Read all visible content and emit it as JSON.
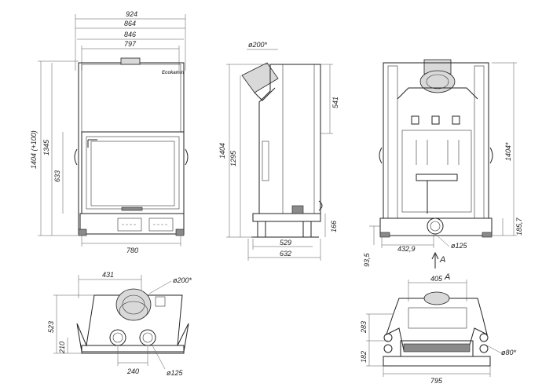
{
  "brand": "Ecokamin",
  "front_view": {
    "widths": [
      "924",
      "864",
      "846",
      "797"
    ],
    "bottom_width": "780",
    "heights": [
      "1404 (+100)",
      "1345",
      "633"
    ]
  },
  "side_view": {
    "flue_diameter": "ø200*",
    "top_height": "541",
    "heights": [
      "1404",
      "1295"
    ],
    "depths": [
      "529",
      "632"
    ],
    "leg_height": "166"
  },
  "rear_view": {
    "height": "1404*",
    "bottom_height": "185,7",
    "offset": "432,9",
    "inlet_diameter": "ø125",
    "floor_height": "93,5",
    "section_mark": "A"
  },
  "top_view": {
    "flue_offset": "431",
    "flue_diameter": "ø200*",
    "depth": "523",
    "inlet_depth": "210",
    "inlet_spacing": "240",
    "inlet_diameter": "ø125"
  },
  "section_view": {
    "section_mark": "A",
    "top_width": "405",
    "upper_height": "283",
    "lower_height": "182",
    "bottom_width": "795",
    "side_diameter": "ø80*"
  }
}
